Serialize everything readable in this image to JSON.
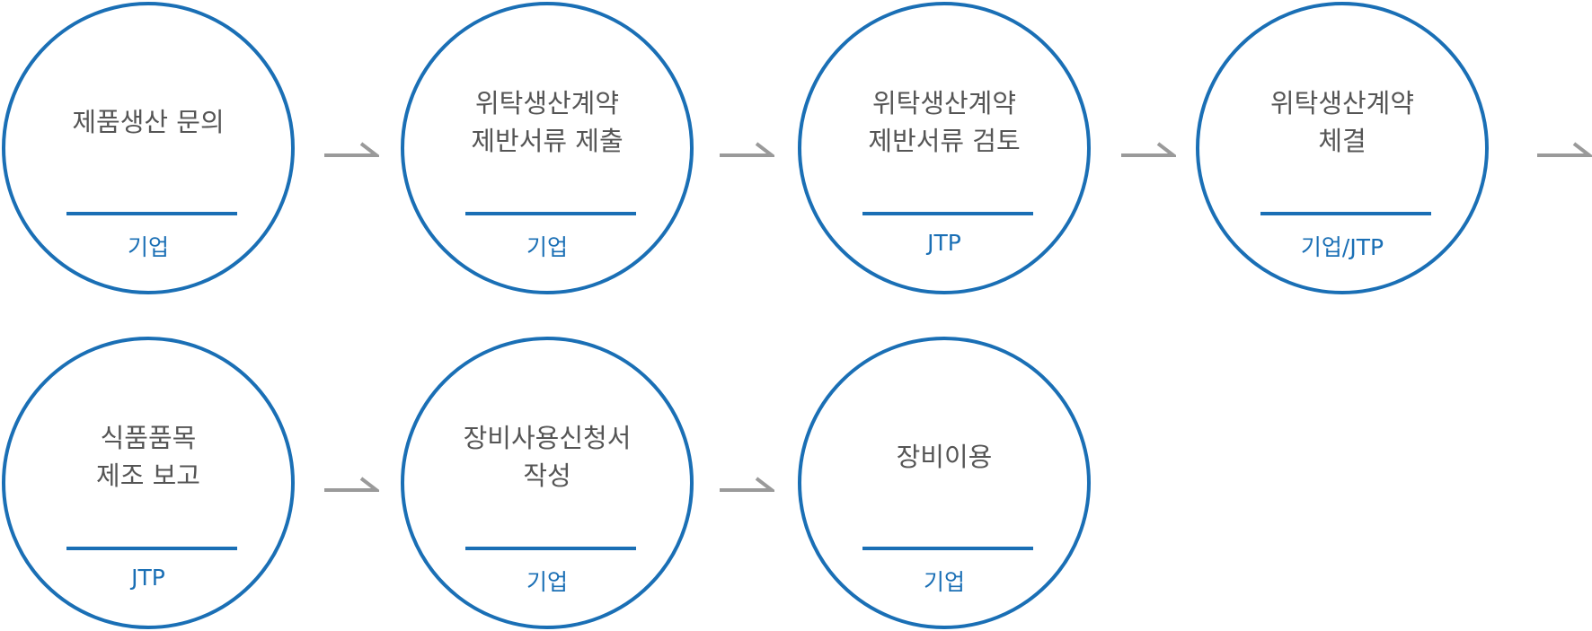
{
  "steps": [
    {
      "lines": [
        "제품생산 문의"
      ],
      "actor": "기업"
    },
    {
      "lines": [
        "위탁생산계약",
        "제반서류 제출"
      ],
      "actor": "기업"
    },
    {
      "lines": [
        "위탁생산계약",
        "제반서류 검토"
      ],
      "actor": "JTP"
    },
    {
      "lines": [
        "위탁생산계약",
        "체결"
      ],
      "actor": "기업/JTP"
    },
    {
      "lines": [
        "식품품목",
        "제조 보고"
      ],
      "actor": "JTP"
    },
    {
      "lines": [
        "장비사용신청서",
        "작성"
      ],
      "actor": "기업"
    },
    {
      "lines": [
        "장비이용"
      ],
      "actor": "기업"
    }
  ],
  "colors": {
    "accent": "#1a6fb5",
    "text": "#555555",
    "arrow": "#9a9a9a"
  }
}
